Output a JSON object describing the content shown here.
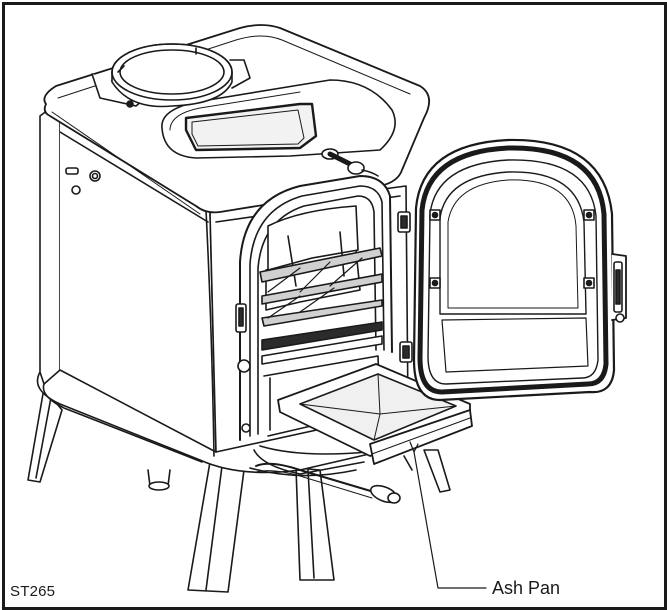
{
  "figure": {
    "id_label": "ST265",
    "callouts": [
      {
        "label": "Ash Pan",
        "target": "ash-pan"
      }
    ]
  },
  "colors": {
    "line": "#1a1a1a",
    "shade": "#4a4a4a",
    "dark_fill": "#2b2b2b",
    "grey_fill": "#8c8c8c",
    "light_fill": "#e6e6e6",
    "background": "#ffffff"
  }
}
